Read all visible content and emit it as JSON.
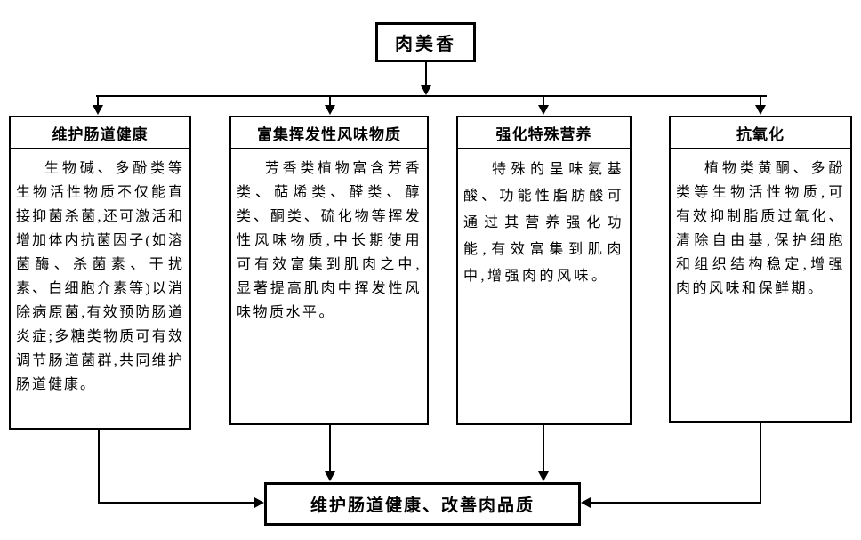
{
  "diagram": {
    "root_label": "肉美香",
    "branches": [
      {
        "title": "维护肠道健康",
        "body": "生物碱、多酚类等生物活性物质不仅能直接抑菌杀菌,还可激活和增加体内抗菌因子(如溶菌酶、杀菌素、干扰素、白细胞介素等)以消除病原菌,有效预防肠道炎症;多糖类物质可有效调节肠道菌群,共同维护肠道健康。"
      },
      {
        "title": "富集挥发性风味物质",
        "body": "芳香类植物富含芳香类、萜烯类、醛类、醇类、酮类、硫化物等挥发性风味物质,中长期使用可有效富集到肌肉之中,显著提高肌肉中挥发性风味物质水平。"
      },
      {
        "title": "强化特殊营养",
        "body": "特殊的呈味氨基酸、功能性脂肪酸可通过其营养强化功能,有效富集到肌肉中,增强肉的风味。"
      },
      {
        "title": "抗氧化",
        "body": "植物类黄酮、多酚类等生物活性物质,可有效抑制脂质过氧化、清除自由基,保护细胞和组织结构稳定,增强肉的风味和保鲜期。"
      }
    ],
    "outcome_label": "维护肠道健康、改善肉品质",
    "colors": {
      "line": "#000000",
      "background": "#ffffff",
      "text": "#000000"
    }
  }
}
